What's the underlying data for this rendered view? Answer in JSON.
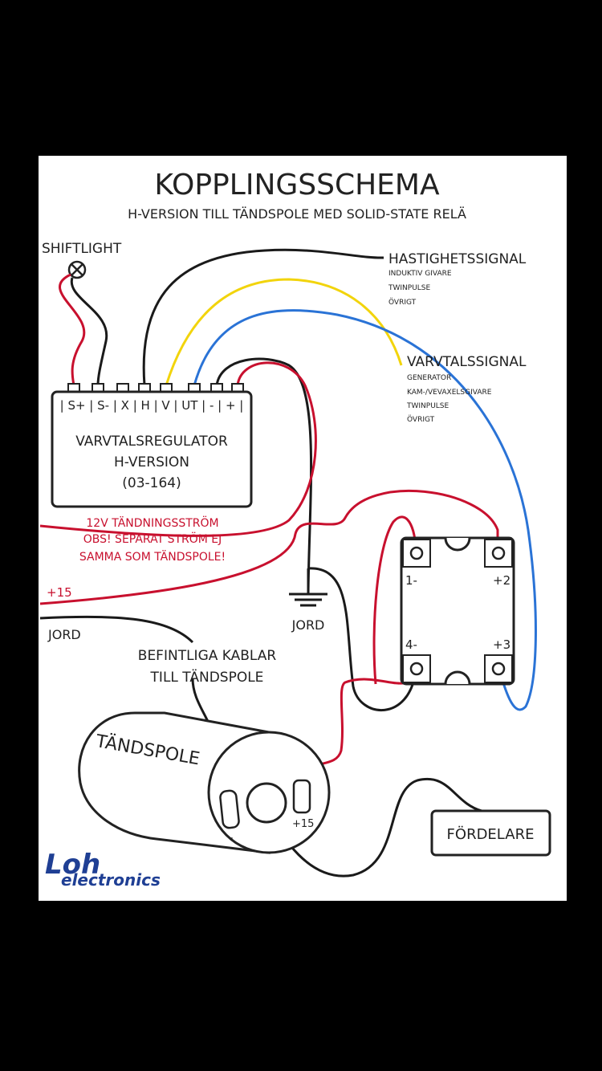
{
  "title": "KOPPLINGSSCHEMA",
  "subtitle": "H-VERSION TILL TÄNDSPOLE MED SOLID-STATE RELÄ",
  "shiftlight": "SHIFTLIGHT",
  "speed_signal": {
    "label": "HASTIGHETSSIGNAL",
    "options": [
      "INDUKTIV GIVARE",
      "TWINPULSE",
      "ÖVRIGT"
    ]
  },
  "rpm_signal": {
    "label": "VARVTALSSIGNAL",
    "options": [
      "GENERATOR",
      "KAM-/VEVAXELSGIVARE",
      "TWINPULSE",
      "ÖVRIGT"
    ]
  },
  "regulator": {
    "terminals": "| S+ | S- | X | H | V | UT | - | + |",
    "name": "VARVTALSREGULATOR",
    "version": "H-VERSION",
    "part_no": "(03-164)"
  },
  "power_note": [
    "12V TÄNDNINGSSTRÖM",
    "OBS! SEPARAT STRÖM EJ",
    "SAMMA SOM TÄNDSPOLE!"
  ],
  "plus15_left": "+15",
  "ground_left": "JORD",
  "ground_symbol": "JORD",
  "relay": {
    "pin1": "1-",
    "pin2": "+2",
    "pin3": "+3",
    "pin4": "4-"
  },
  "existing_cables": [
    "BEFINTLIGA KABLAR",
    "TILL TÄNDSPOLE"
  ],
  "coil": {
    "label": "TÄNDSPOLE",
    "minus": "-",
    "plus": "+15"
  },
  "distributor": "FÖRDELARE",
  "logo": {
    "top": "Loh",
    "bottom": "electronics"
  },
  "colors": {
    "red_wire": "#c8102e",
    "black_wire": "#1a1a1a",
    "yellow_wire": "#f2d40c",
    "blue_wire": "#2a73d6",
    "logo_blue": "#1f3f94"
  }
}
